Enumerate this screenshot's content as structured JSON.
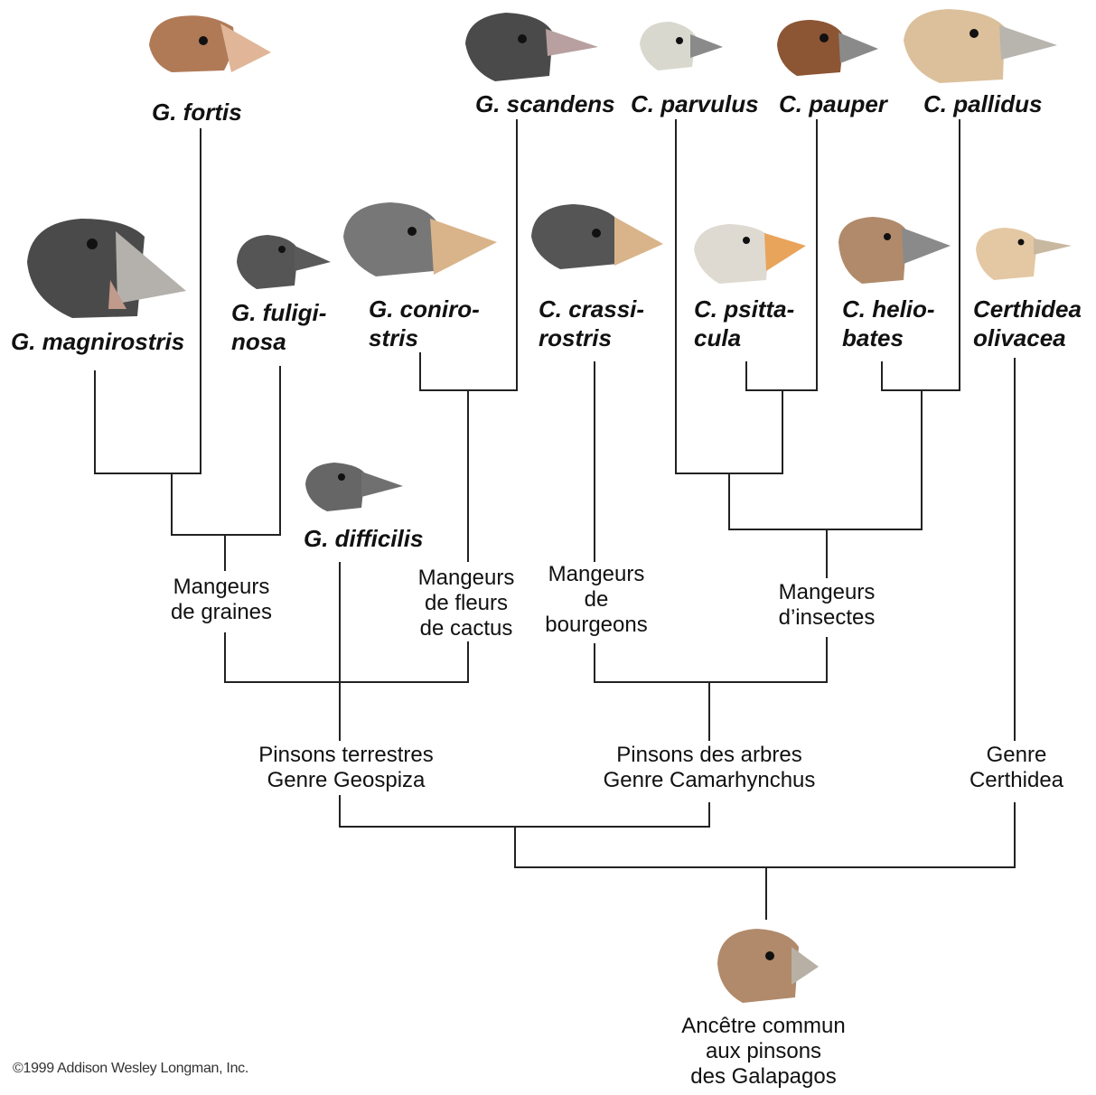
{
  "species": {
    "fortis": "G. fortis",
    "scandens": "G. scandens",
    "parvulus": "C. parvulus",
    "pauper": "C. pauper",
    "pallidus": "C. pallidus",
    "magnirostris": "G. magnirostris",
    "fuliginosa_1": "G. fuligi-",
    "fuliginosa_2": "nosa",
    "conirostris_1": "G. coniro-",
    "conirostris_2": "stris",
    "crassirostris_1": "C. crassi-",
    "crassirostris_2": "rostris",
    "psittacula_1": "C. psitta-",
    "psittacula_2": "cula",
    "heliobates_1": "C. helio-",
    "heliobates_2": "bates",
    "olivacea_1": "Certhidea",
    "olivacea_2": "olivacea",
    "difficilis": "G. difficilis"
  },
  "groups": {
    "seed_1": "Mangeurs",
    "seed_2": "de graines",
    "cactus_1": "Mangeurs",
    "cactus_2": "de fleurs",
    "cactus_3": "de cactus",
    "bud_1": "Mangeurs",
    "bud_2": "de",
    "bud_3": "bourgeons",
    "insect_1": "Mangeurs",
    "insect_2": "d’insectes",
    "ground_1": "Pinsons terrestres",
    "ground_2": "Genre Geospiza",
    "tree_1": "Pinsons des arbres",
    "tree_2": "Genre Camarhynchus",
    "certhidea_1": "Genre",
    "certhidea_2": "Certhidea",
    "ancestor_1": "Ancêtre commun",
    "ancestor_2": "aux pinsons",
    "ancestor_3": "des Galapagos"
  },
  "copyright": "©1999 Addison Wesley Longman, Inc.",
  "colors": {
    "line": "#222222",
    "brown_bird": "#b07a57",
    "dark_bird": "#4a4a4a",
    "gray_bird": "#7a7a7a",
    "light_bird": "#d8d8cf",
    "rust_bird": "#8c5534",
    "tan_bird": "#d4b08c",
    "beak_orange": "#e8a45a",
    "beak_tan": "#d9b48a",
    "beak_gray": "#9a9a9a"
  }
}
